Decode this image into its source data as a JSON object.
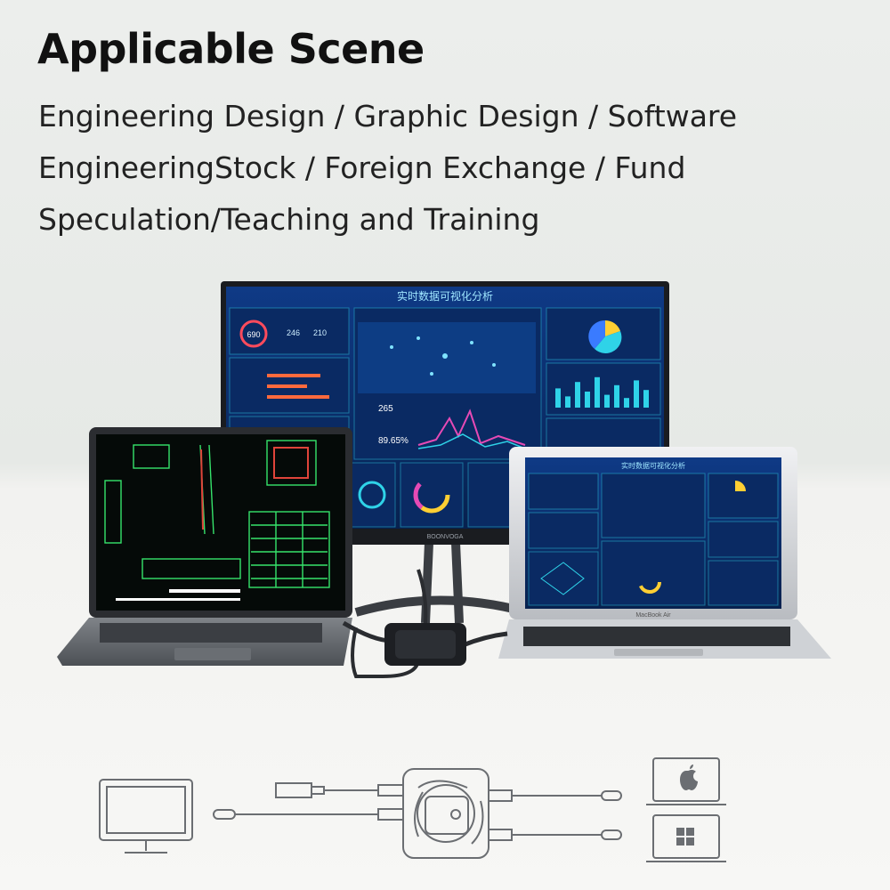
{
  "heading": {
    "title": "Applicable Scene",
    "lines": [
      "Engineering Design / Graphic Design / Software",
      "EngineeringStock / Foreign Exchange / Fund",
      "Speculation/Teaching and Training"
    ]
  },
  "monitor": {
    "dashboard_title": "实时数据可视化分析",
    "brand": "BOONVOGA",
    "stats": [
      "690",
      "246",
      "210",
      "265",
      "89.65%"
    ],
    "bar_levels": [
      0.6,
      0.35,
      0.8,
      0.5,
      0.95,
      0.4,
      0.7,
      0.3,
      0.85,
      0.55
    ]
  },
  "right_laptop": {
    "dashboard_title": "实时数据可视化分析",
    "brand": "MacBook Air"
  },
  "colors": {
    "dashboard_bg": "#0b2a66",
    "dashboard_accent": "#2fd3e8",
    "cad_bg": "#050a08",
    "cad_green": "#36e36b",
    "cad_red": "#e0443a"
  },
  "icons": [
    "apple-icon",
    "windows-icon"
  ]
}
